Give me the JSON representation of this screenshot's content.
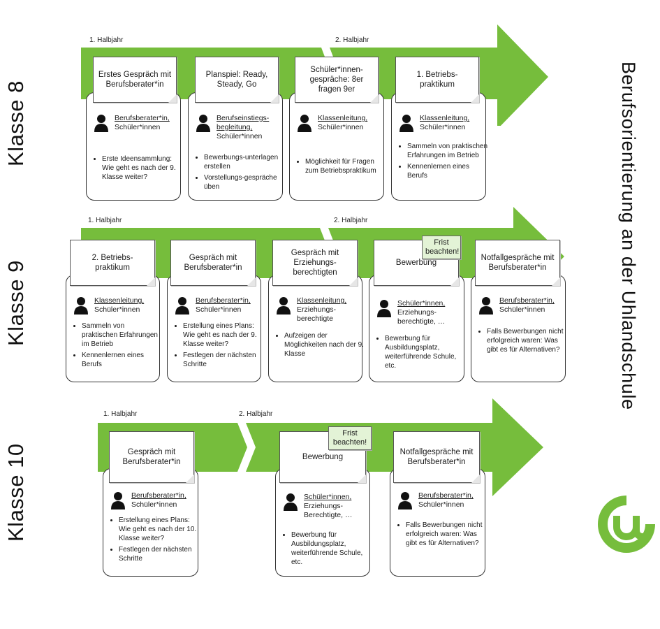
{
  "title": "Berufsorientierung an der Uhlandschule",
  "brand_color": "#76bd3c",
  "klasse8": {
    "label": "Klasse 8",
    "half1": "1. Halbjahr",
    "half2": "2. Halbjahr",
    "steps": [
      {
        "title": "Erstes Gespräch mit Berufsberater*in",
        "primary": "Berufsberater*in,",
        "secondary": "Schüler*innen",
        "bullets": [
          "Erste Ideensammlung: Wie geht es nach der 9. Klasse weiter?"
        ]
      },
      {
        "title": "Planspiel: Ready, Steady, Go",
        "primary": "Berufseinstiegs-begleitung,",
        "secondary": "Schüler*innen",
        "bullets": [
          "Bewerbungs-unterlagen erstellen",
          "Vorstellungs-gespräche üben"
        ]
      },
      {
        "title": "Schüler*innen-gespräche: 8er fragen 9er",
        "primary": "Klassenleitung,",
        "secondary": "Schüler*innen",
        "bullets": [
          "Möglichkeit für Fragen zum Betriebspraktikum"
        ]
      },
      {
        "title": "1. Betriebs-praktikum",
        "primary": "Klassenleitung,",
        "secondary": "Schüler*innen",
        "bullets": [
          "Sammeln von praktischen Erfahrungen im Betrieb",
          "Kennenlernen eines Berufs"
        ]
      }
    ]
  },
  "klasse9": {
    "label": "Klasse 9",
    "half1": "1. Halbjahr",
    "half2": "2. Halbjahr",
    "frist": "Frist beachten!",
    "steps": [
      {
        "title": "2. Betriebs-praktikum",
        "primary": "Klassenleitung,",
        "secondary": "Schüler*innen",
        "bullets": [
          "Sammeln von praktischen Erfahrungen im Betrieb",
          "Kennenlernen eines Berufs"
        ]
      },
      {
        "title": "Gespräch mit Berufsberater*in",
        "primary": "Berufsberater*in,",
        "secondary": "Schüler*innen",
        "bullets": [
          "Erstellung eines Plans: Wie geht es nach der 9. Klasse weiter?",
          "Festlegen der nächsten Schritte"
        ]
      },
      {
        "title": "Gespräch mit Erziehungs-berechtigten",
        "primary": "Klassenleitung,",
        "secondary": "Erziehungs-berechtigte",
        "bullets": [
          "Aufzeigen der Möglichkeiten nach der 9. Klasse"
        ]
      },
      {
        "title": "Bewerbung",
        "primary": "Schüler*innen,",
        "secondary": "Erziehungs-berechtigte, …",
        "bullets": [
          "Bewerbung für Ausbildungsplatz, weiterführende Schule, etc."
        ]
      },
      {
        "title": "Notfallgespräche mit Berufsberater*in",
        "primary": "Berufsberater*in,",
        "secondary": "Schüler*innen",
        "bullets": [
          "Falls Bewerbungen nicht erfolgreich waren: Was gibt es für Alternativen?"
        ]
      }
    ]
  },
  "klasse10": {
    "label": "Klasse 10",
    "half1": "1. Halbjahr",
    "half2": "2. Halbjahr",
    "frist": "Frist beachten!",
    "steps": [
      {
        "title": "Gespräch mit Berufsberater*in",
        "primary": "Berufsberater*in,",
        "secondary": "Schüler*innen",
        "bullets": [
          "Erstellung eines Plans: Wie geht es nach der 10. Klasse weiter?",
          "Festlegen der nächsten Schritte"
        ]
      },
      {
        "title": "Bewerbung",
        "primary": "Schüler*innen,",
        "secondary": "Erziehungs-Berechtigte, …",
        "bullets": [
          "Bewerbung für Ausbildungsplatz, weiterführende Schule, etc."
        ]
      },
      {
        "title": "Notfallgespräche mit Berufsberater*in",
        "primary": "Berufsberater*in,",
        "secondary": "Schüler*innen",
        "bullets": [
          "Falls Bewerbungen nicht erfolgreich waren: Was gibt es für Alternativen?"
        ]
      }
    ]
  }
}
